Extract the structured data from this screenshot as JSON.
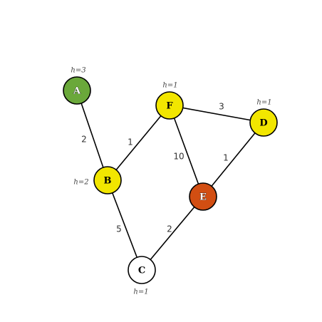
{
  "graph": {
    "nodes": [
      {
        "id": "A",
        "label": "A",
        "heuristic": "h=3",
        "fill": "#6aa83a"
      },
      {
        "id": "B",
        "label": "B",
        "heuristic": "h=2",
        "fill": "#f2e600"
      },
      {
        "id": "C",
        "label": "C",
        "heuristic": "h=1",
        "fill": "#ffffff"
      },
      {
        "id": "D",
        "label": "D",
        "heuristic": "h=1",
        "fill": "#f2e600"
      },
      {
        "id": "E",
        "label": "E",
        "heuristic": "",
        "fill": "#d24e12"
      },
      {
        "id": "F",
        "label": "F",
        "heuristic": "h=1",
        "fill": "#f2e600"
      }
    ],
    "edges": [
      {
        "from": "A",
        "to": "B",
        "weight": "2"
      },
      {
        "from": "B",
        "to": "F",
        "weight": "1"
      },
      {
        "from": "B",
        "to": "C",
        "weight": "5"
      },
      {
        "from": "F",
        "to": "D",
        "weight": "3"
      },
      {
        "from": "F",
        "to": "E",
        "weight": "10"
      },
      {
        "from": "D",
        "to": "E",
        "weight": "1"
      },
      {
        "from": "C",
        "to": "E",
        "weight": "2"
      }
    ]
  }
}
